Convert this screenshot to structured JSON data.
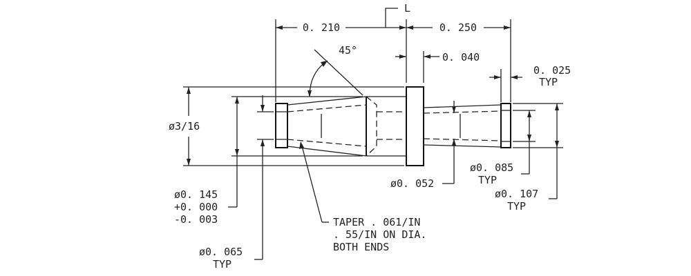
{
  "drawing": {
    "labels": {
      "len_ref": "L",
      "dim_left_len": "0. 210",
      "dim_right_len": "0. 250",
      "dim_angle": "45°",
      "dim_flange": "0. 040",
      "dim_end_flange": "0. 025",
      "dim_end_flange_typ": "TYP",
      "dim_dia_316": "ø3/16",
      "dim_dia_145_a": "ø0. 145",
      "dim_dia_145_b": "+0. 000",
      "dim_dia_145_c": "-0. 003",
      "dim_dia_065": "ø0. 065",
      "dim_dia_065_typ": "TYP",
      "taper_1": "TAPER . 061/IN",
      "taper_2": ". 55/IN ON DIA.",
      "taper_3": "BOTH ENDS",
      "dim_dia_052": "ø0. 052",
      "dim_dia_085": "ø0. 085",
      "dim_dia_085_typ": "TYP",
      "dim_dia_107": "ø0. 107",
      "dim_dia_107_typ": "TYP"
    }
  }
}
